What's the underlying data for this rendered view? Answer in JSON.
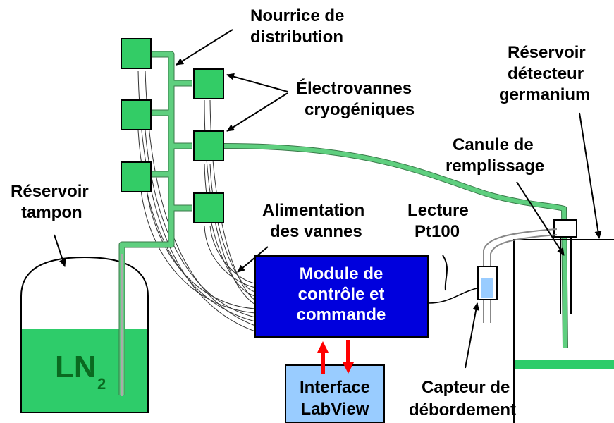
{
  "labels": {
    "nourrice_line1": "Nourrice de",
    "nourrice_line2": "distribution",
    "electrovannes_line1": "Électrovannes",
    "electrovannes_line2": "cryogéniques",
    "reservoir_tampon_line1": "Réservoir",
    "reservoir_tampon_line2": "tampon",
    "alimentation_line1": "Alimentation",
    "alimentation_line2": "des vannes",
    "lecture_line1": "Lecture",
    "lecture_line2": "Pt100",
    "reservoir_det_line1": "Réservoir",
    "reservoir_det_line2": "détecteur",
    "reservoir_det_line3": "germanium",
    "canule_line1": "Canule de",
    "canule_line2": "remplissage",
    "capteur_line1": "Capteur de",
    "capteur_line2": "débordement",
    "module_line1": "Module de",
    "module_line2": "contrôle et",
    "module_line3": "commande",
    "interface_line1": "Interface",
    "interface_line2": "LabView",
    "ln2_main": "LN",
    "ln2_sub": "2"
  },
  "colors": {
    "green": "#33cc66",
    "green_fill": "#2ecc6a",
    "green_pipe": "#5fcf7f",
    "module_blue": "#0000dd",
    "interface_blue": "#99ccff",
    "arrow_red": "#ff0000"
  }
}
